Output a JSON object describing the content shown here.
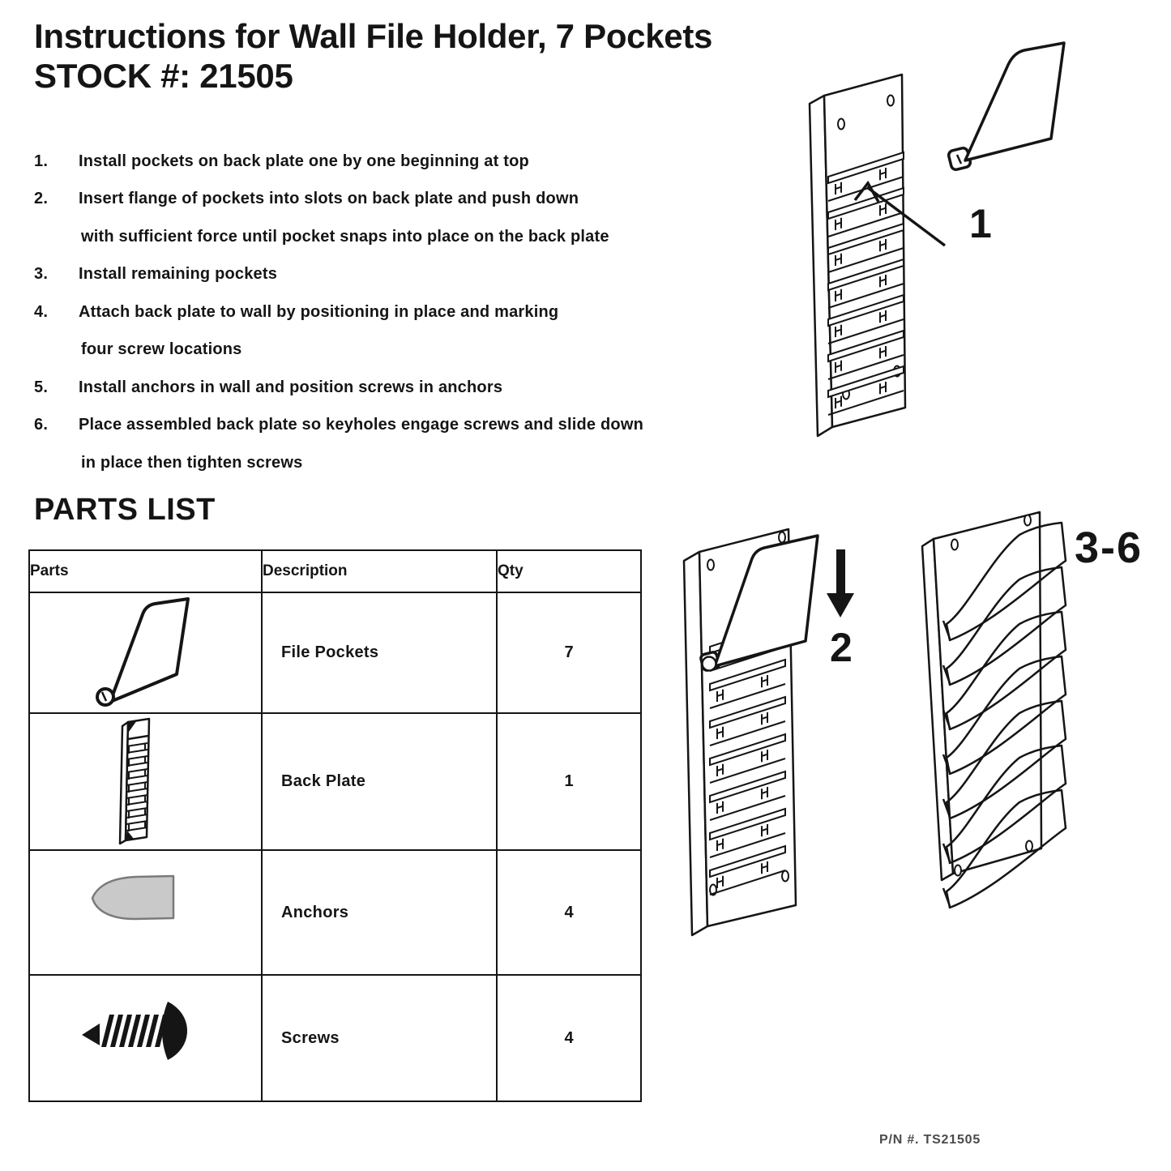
{
  "title": {
    "line1": "Instructions for Wall File Holder, 7 Pockets",
    "line2": "STOCK #: 21505"
  },
  "instructions": [
    {
      "num": "1.",
      "lines": [
        "Install pockets on back plate one by one beginning at top"
      ]
    },
    {
      "num": "2.",
      "lines": [
        "Insert flange of pockets into slots on back plate and push down",
        "with sufficient force until pocket snaps into place on the back plate"
      ]
    },
    {
      "num": "3.",
      "lines": [
        "Install remaining pockets"
      ]
    },
    {
      "num": "4.",
      "lines": [
        "Attach back plate to wall by positioning in place and marking",
        "four screw locations"
      ]
    },
    {
      "num": "5.",
      "lines": [
        "Install anchors in wall and position screws in anchors"
      ]
    },
    {
      "num": "6.",
      "lines": [
        "Place assembled back plate so keyholes engage screws and slide down",
        "in place then tighten screws"
      ]
    }
  ],
  "parts_list": {
    "heading": "PARTS LIST",
    "columns": [
      "Parts",
      "Description",
      "Qty"
    ],
    "rows": [
      {
        "part_icon": "file-pocket-icon",
        "description": "File Pockets",
        "qty": "7"
      },
      {
        "part_icon": "back-plate-icon",
        "description": "Back Plate",
        "qty": "1"
      },
      {
        "part_icon": "anchor-icon",
        "description": "Anchors",
        "qty": "4"
      },
      {
        "part_icon": "screw-icon",
        "description": "Screws",
        "qty": "4"
      }
    ]
  },
  "diagrams": {
    "step1_label": "1",
    "step2_label": "2",
    "steps36_label": "3-6"
  },
  "footer": {
    "part_number": "P/N #. TS21505"
  },
  "colors": {
    "ink": "#151515",
    "anchor_fill": "#c9c9c9",
    "background": "#ffffff"
  }
}
